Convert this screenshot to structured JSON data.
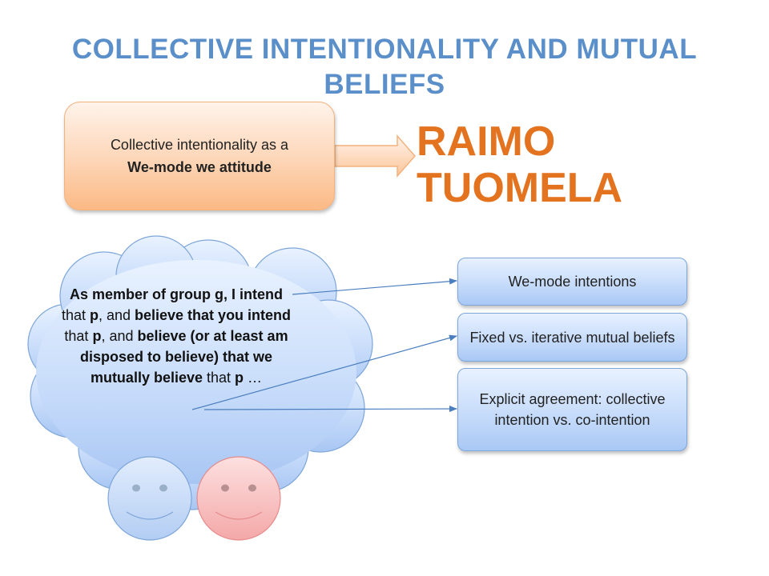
{
  "title": "COLLECTIVE INTENTIONALITY AND MUTUAL BELIEFS",
  "orange_box": {
    "line1": "Collective intentionality as a",
    "line2": "We-mode we attitude"
  },
  "author": {
    "first": "RAIMO",
    "last": "TUOMELA"
  },
  "cloud": {
    "segments": [
      {
        "text": "As member of group g, I intend",
        "bold": true
      },
      {
        "text": " that ",
        "bold": false
      },
      {
        "text": "p",
        "bold": true
      },
      {
        "text": ", and ",
        "bold": false
      },
      {
        "text": "believe that you intend",
        "bold": true
      },
      {
        "text": " that ",
        "bold": false
      },
      {
        "text": "p",
        "bold": true
      },
      {
        "text": ", and ",
        "bold": false
      },
      {
        "text": "believe (or at least am disposed to believe) that we mutually believe",
        "bold": true
      },
      {
        "text": " that ",
        "bold": false
      },
      {
        "text": "p",
        "bold": true
      },
      {
        "text": " …",
        "bold": false
      }
    ]
  },
  "boxes": [
    {
      "label": "We-mode intentions"
    },
    {
      "label": "Fixed vs. iterative mutual beliefs"
    },
    {
      "label": "Explicit agreement: collective intention vs. co-intention"
    }
  ],
  "colors": {
    "title": "#5b8fc9",
    "author": "#e47320",
    "orange_fill": "#fdd5b6",
    "blue_fill": "#c7dcfa",
    "face_blue": "#c9ddf8",
    "face_pink": "#f7b8b8"
  }
}
